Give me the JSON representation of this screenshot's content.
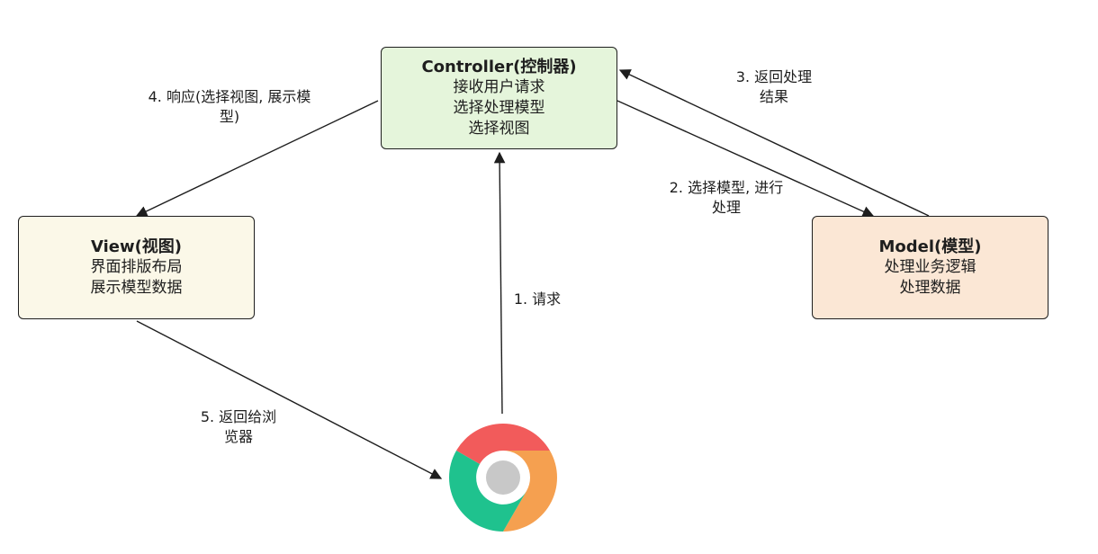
{
  "controller": {
    "title": "Controller(控制器)",
    "lines": [
      "接收用户请求",
      "选择处理模型",
      "选择视图"
    ],
    "fill": "#e5f5db"
  },
  "view": {
    "title": "View(视图)",
    "lines": [
      "界面排版布局",
      "展示模型数据"
    ],
    "fill": "#fbf8e8"
  },
  "model": {
    "title": "Model(模型)",
    "lines": [
      "处理业务逻辑",
      "处理数据"
    ],
    "fill": "#fbe7d5"
  },
  "edges": {
    "step1": "1. 请求",
    "step2": "2. 选择模型, 进行\n处理",
    "step3": "3. 返回处理\n结果",
    "step4": "4. 响应(选择视图, 展示模\n型)",
    "step5": "5. 返回给浏\n览器"
  },
  "browser_icon": {
    "icon": "chrome-icon",
    "colors": {
      "red": "#f25b5b",
      "green": "#1fc28e",
      "orange": "#f5a050",
      "center": "#c8c8c8"
    }
  },
  "line_color": "#1e1e1e"
}
